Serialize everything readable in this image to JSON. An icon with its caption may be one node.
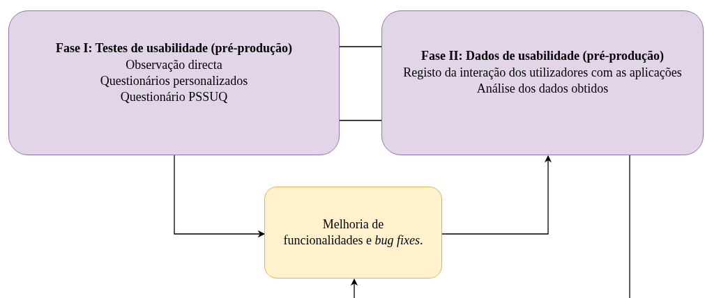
{
  "diagram": {
    "nodes": [
      {
        "text": [
          "Fase I: Testes de usabilidade (pré-produção)",
          "Observação directa",
          "Questionários personalizados",
          "Questionário PSSUQ"
        ]
      },
      {
        "text": [
          "Fase II: Dados de usabilidade (pré-produção)",
          "Registo da interação dos utilizadores com as aplicações",
          "Análise dos dados obtidos"
        ]
      },
      {
        "text": [
          "Melhoria de funcionalidades e *bug fixes*."
        ]
      }
    ],
    "edges": [
      {
        "from": 0,
        "to": 1,
        "arrow": "none"
      },
      {
        "from": 0,
        "to": 1,
        "arrow": "none"
      },
      {
        "from": 0,
        "to": 2,
        "arrow": "to"
      },
      {
        "from": 2,
        "to": 1,
        "arrow": "to"
      },
      {
        "from": null,
        "to": 2,
        "arrow": "to"
      },
      {
        "from": 1,
        "to": null,
        "arrow": "none"
      }
    ]
  }
}
